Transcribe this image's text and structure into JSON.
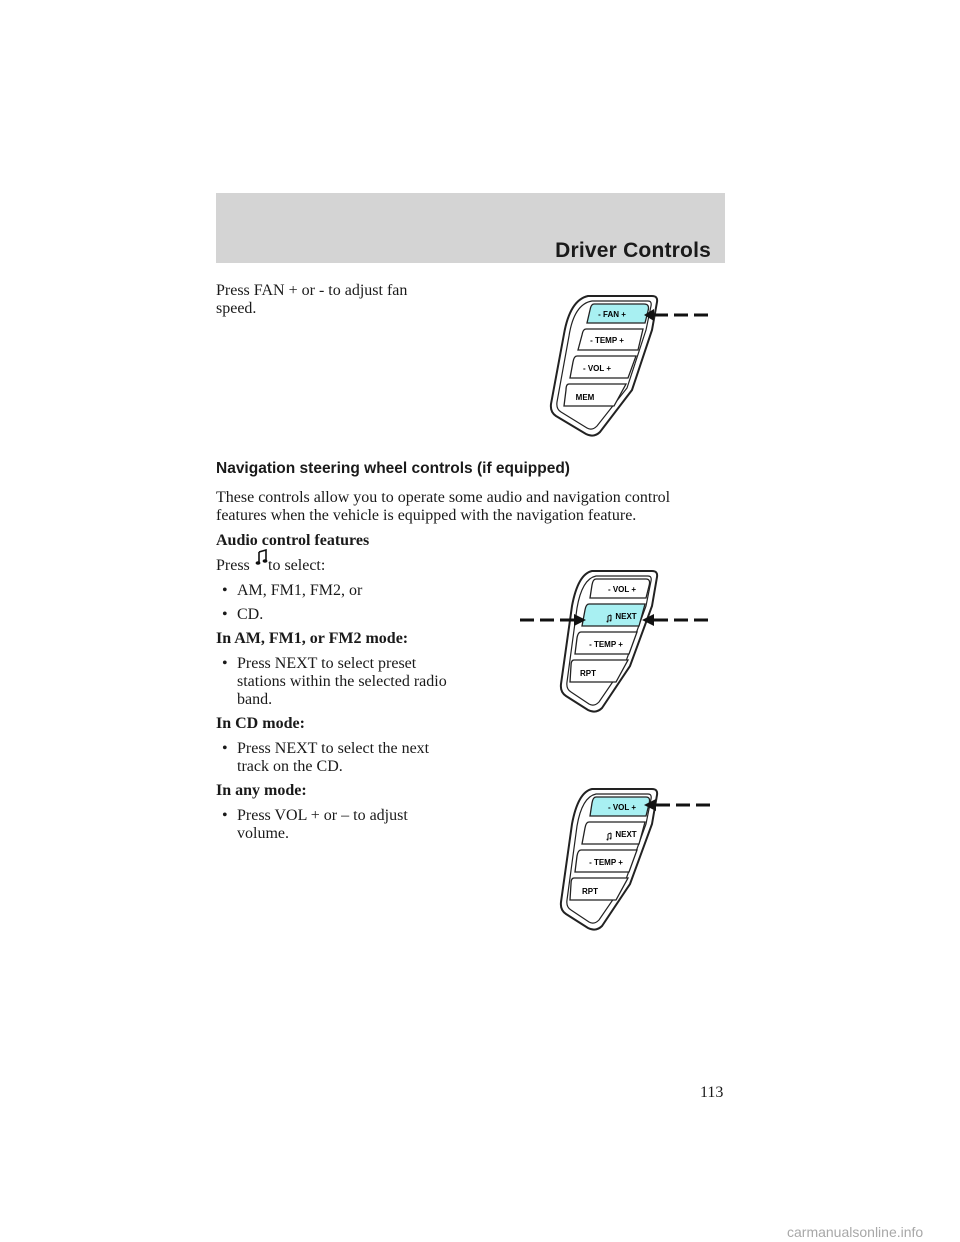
{
  "header": {
    "title": "Driver Controls"
  },
  "fan_text": {
    "line1": "Press FAN + or - to adjust fan",
    "line2": "speed."
  },
  "nav_heading": "Navigation steering wheel controls (if equipped)",
  "intro": {
    "line1": "These controls allow you to operate some audio and navigation control",
    "line2": "features when the vehicle is equipped with the navigation feature."
  },
  "audio_heading": "Audio control features",
  "press_select": {
    "press": "Press",
    "to_select": "to select:"
  },
  "bullets_source": [
    "AM, FM1, FM2, or",
    "CD."
  ],
  "am_mode": {
    "heading": "In AM, FM1, or FM2 mode:",
    "line1": "Press NEXT to select preset",
    "line2": "stations within the selected radio",
    "line3": "band."
  },
  "cd_mode": {
    "heading": "In CD mode:",
    "line1": "Press NEXT to select the next",
    "line2": "track on the CD."
  },
  "any_mode": {
    "heading": "In any mode:",
    "line1": "Press VOL + or – to adjust",
    "line2": "volume."
  },
  "bullet_char": "•",
  "diagram1": {
    "buttons": [
      "-  FAN  +",
      "-  TEMP  +",
      "-  VOL  +",
      "MEM"
    ],
    "highlight": "FAN"
  },
  "diagram2": {
    "buttons": [
      "-  VOL  +",
      "NEXT",
      "-  TEMP  +",
      "RPT"
    ],
    "highlight": "NEXT"
  },
  "diagram3": {
    "buttons": [
      "-  VOL  +",
      "NEXT",
      "-  TEMP  +",
      "RPT"
    ],
    "highlight": "VOL"
  },
  "colors": {
    "highlight": "#a8f0f2",
    "header_band": "#d4d4d4",
    "watermark": "#a8a8a8"
  },
  "page_number": "113",
  "watermark": "carmanualsonline.info"
}
